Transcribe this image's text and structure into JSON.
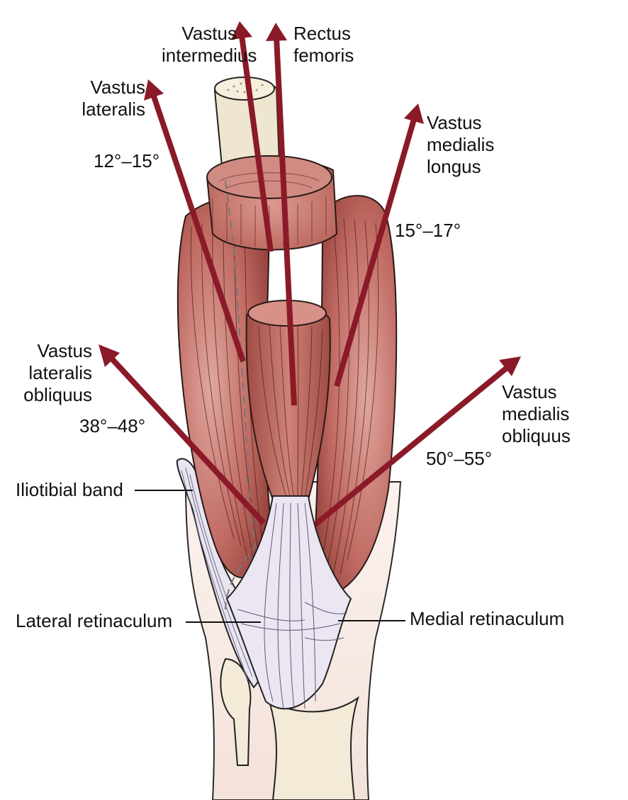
{
  "colors": {
    "muscle": "#b8605a",
    "muscle_dark": "#8f3a36",
    "muscle_light": "#d99a91",
    "arrow": "#8b1a28",
    "bone": "#efe6cf",
    "tendon": "#ebe6f2",
    "skin": "#f8ebe5",
    "line": "#1a1a1a"
  },
  "labels": {
    "vastus_intermedius": [
      "Vastus",
      "intermedius"
    ],
    "rectus_femoris": [
      "Rectus",
      "femoris"
    ],
    "vastus_lateralis": [
      "Vastus",
      "lateralis"
    ],
    "vastus_medialis_longus": [
      "Vastus",
      "medialis",
      "longus"
    ],
    "vastus_lateralis_obliquus": [
      "Vastus",
      "lateralis",
      "obliquus"
    ],
    "vastus_medialis_obliquus": [
      "Vastus",
      "medialis",
      "obliquus"
    ],
    "angle_vl": "12°–15°",
    "angle_vml": "15°–17°",
    "angle_vlo": "38°–48°",
    "angle_vmo": "50°–55°",
    "iliotibial_band": "Iliotibial band",
    "lateral_retinaculum": "Lateral retinaculum",
    "medial_retinaculum": "Medial retinaculum"
  }
}
